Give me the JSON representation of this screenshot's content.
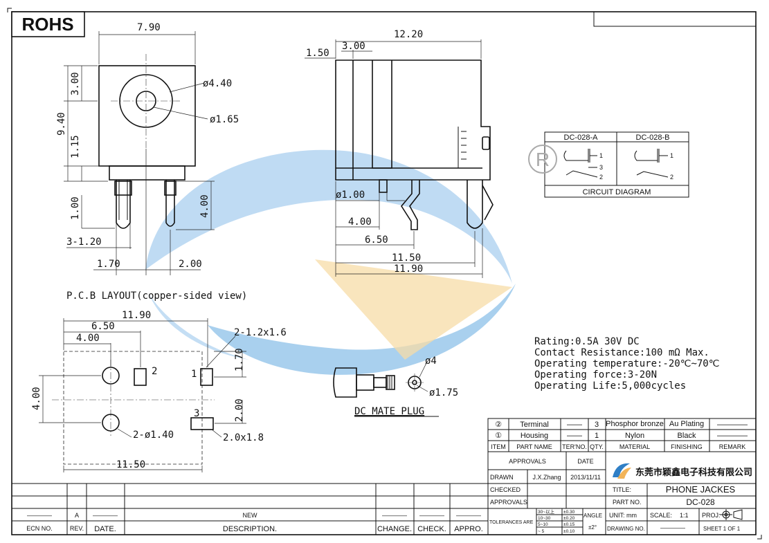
{
  "header": {
    "badge": "ROHS"
  },
  "front_view": {
    "width": "7.90",
    "top": "3.00",
    "height": "9.40",
    "lower": "1.15",
    "pin_len": "1.00",
    "pin_dia": "3-1.20",
    "outer_dia": "ø4.40",
    "inner_dia": "ø1.65",
    "pin_h": "4.00",
    "pitch_left": "1.70",
    "pitch_right": "2.00"
  },
  "side_view": {
    "length": "12.20",
    "flange": "1.50",
    "body_step": "3.00",
    "pin_dia": "ø1.00",
    "d1": "4.00",
    "d2": "6.50",
    "d3": "11.50",
    "d4": "11.90"
  },
  "circuit": {
    "col_a": "DC-028-A",
    "col_b": "DC-028-B",
    "title": "CIRCUIT DIAGRAM",
    "p1": "1",
    "p2": "2",
    "p3": "3"
  },
  "registered_mark": "R",
  "pcb": {
    "title": "P.C.B LAYOUT(copper-sided view)",
    "w1": "11.90",
    "w2": "6.50",
    "w3": "4.00",
    "slot": "2-1.2x1.6",
    "v1": "1.70",
    "h": "4.00",
    "v2": "2.00",
    "holes": "2-ø1.40",
    "pad3": "2.0x1.8",
    "bottom": "11.50",
    "n1": "1",
    "n2": "2",
    "n3": "3"
  },
  "mate_plug": {
    "title": "DC MATE PLUG",
    "d_outer": "ø4",
    "d_inner": "ø1.75"
  },
  "specs": [
    "Rating:0.5A 30V DC",
    "Contact Resistance:100 mΩ Max.",
    "Operating temperature:-20℃~70℃",
    "Operating force:3-20N",
    "Operating Life:5,000cycles"
  ],
  "bom": {
    "rows": [
      {
        "item": "②",
        "name": "Terminal",
        "ter": "——",
        "qty": "3",
        "material": "Phosphor bronze",
        "finishing": "Au Plating",
        "remark": "————"
      },
      {
        "item": "①",
        "name": "Housing",
        "ter": "——",
        "qty": "1",
        "material": "Nylon",
        "finishing": "Black",
        "remark": "————"
      }
    ],
    "headers": {
      "item": "ITEM",
      "name": "PART NAME",
      "ter": "TER'NO.",
      "qty": "QTY.",
      "material": "MATERIAL",
      "finishing": "FINISHING",
      "remark": "REMARK"
    }
  },
  "title_block": {
    "approvals": "APPROVALS",
    "date": "DATE",
    "drawn": "DRAWN",
    "drawn_by": "J.X.Zhang",
    "drawn_date": "2013/11/11",
    "checked": "CHECKED",
    "approvals2": "APPROVALS",
    "tolerances": "TOLERANCES ARE",
    "tol_rows": [
      [
        "30~以上",
        "±0.30"
      ],
      [
        "10~30",
        "±0.20"
      ],
      [
        "5~10",
        "±0.15"
      ],
      [
        "~ 5",
        "±0.10"
      ]
    ],
    "angle": "ANGLE",
    "angle_val": "±2°",
    "company": "东莞市颖鑫电子科技有限公司",
    "title_label": "TITLE:",
    "title_value": "PHONE JACKES",
    "part_label": "PART NO.",
    "part_value": "DC-028",
    "unit": "UNIT: mm",
    "scale": "SCALE:",
    "scale_val": "1:1",
    "proj": "PROJ:",
    "drawing_no": "DRAWING NO.",
    "drawing_no_val": "————",
    "sheet": "SHEET  1  OF  1"
  },
  "revision": {
    "rev_val": "A",
    "new": "NEW",
    "dash": "————",
    "ecn": "ECN NO.",
    "rev": "REV.",
    "date": "DATE.",
    "description": "DESCRIPTION.",
    "change": "CHANGE.",
    "check": "CHECK.",
    "appro": "APPRO."
  }
}
